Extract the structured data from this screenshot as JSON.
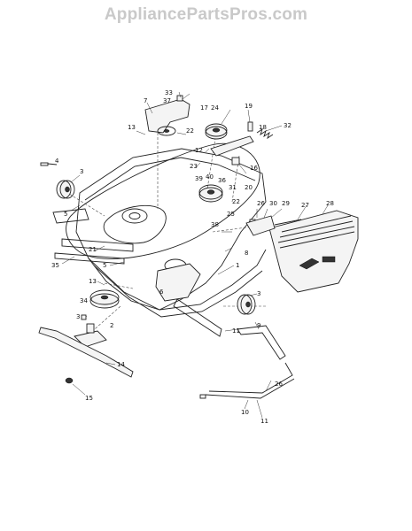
{
  "watermark": "AppliancePartsPros.com",
  "callouts": {
    "p1": "1",
    "p2": "2",
    "p3a": "3",
    "p3b": "3",
    "p3c": "3",
    "p4": "4",
    "p5a": "5",
    "p5b": "5",
    "p6": "6",
    "p7": "7",
    "p8": "8",
    "p9": "9",
    "p10": "10",
    "p11a": "11",
    "p11b": "11",
    "p12": "12",
    "p13a": "13",
    "p13b": "13",
    "p14": "14",
    "p15": "15",
    "p16": "16",
    "p17": "17",
    "p18": "18",
    "p19": "19",
    "p20": "20",
    "p21": "21",
    "p22a": "22",
    "p22b": "22",
    "p23": "23",
    "p24": "24",
    "p25": "25",
    "p26a": "26",
    "p26b": "26",
    "p27": "27",
    "p28": "28",
    "p29": "29",
    "p30": "30",
    "p31": "31",
    "p32": "32",
    "p33": "33",
    "p34": "34",
    "p35": "35",
    "p36": "36",
    "p37": "37",
    "p38": "38",
    "p39": "39",
    "p40": "40"
  }
}
